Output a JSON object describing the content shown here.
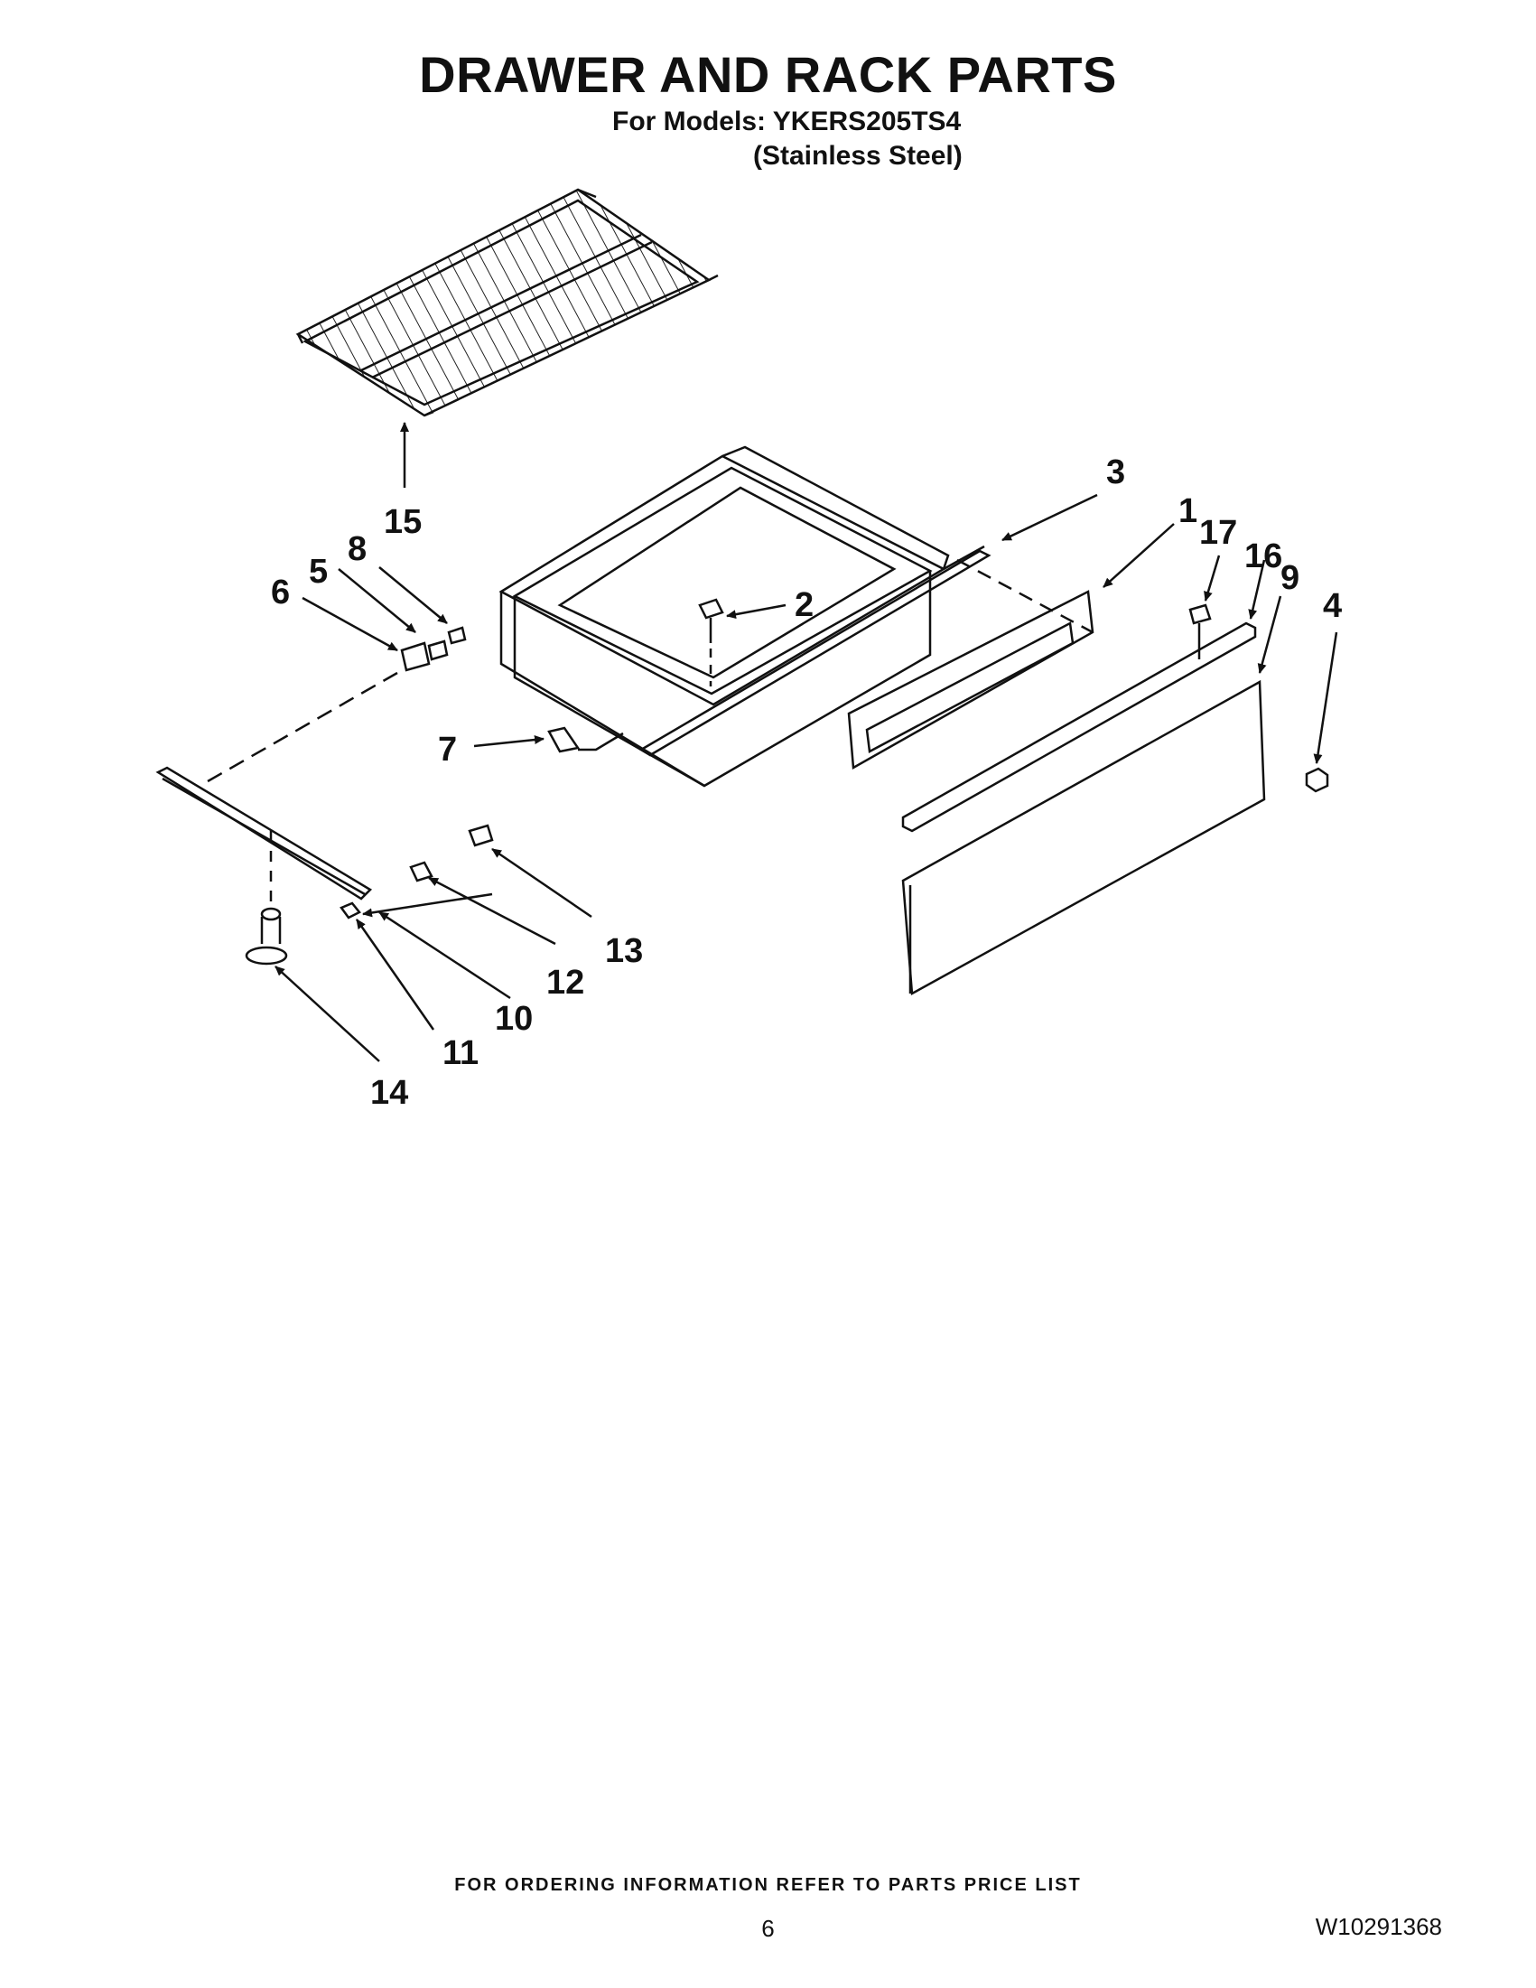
{
  "header": {
    "title": "DRAWER AND RACK PARTS",
    "models_line": "For Models: YKERS205TS4",
    "finish_line": "(Stainless Steel)"
  },
  "callouts": [
    "1",
    "2",
    "3",
    "4",
    "5",
    "6",
    "7",
    "8",
    "9",
    "10",
    "11",
    "12",
    "13",
    "14",
    "15",
    "16",
    "17"
  ],
  "footer": {
    "ordering_note": "FOR ORDERING INFORMATION REFER TO PARTS PRICE LIST",
    "page_number": "6",
    "document_number": "W10291368"
  }
}
